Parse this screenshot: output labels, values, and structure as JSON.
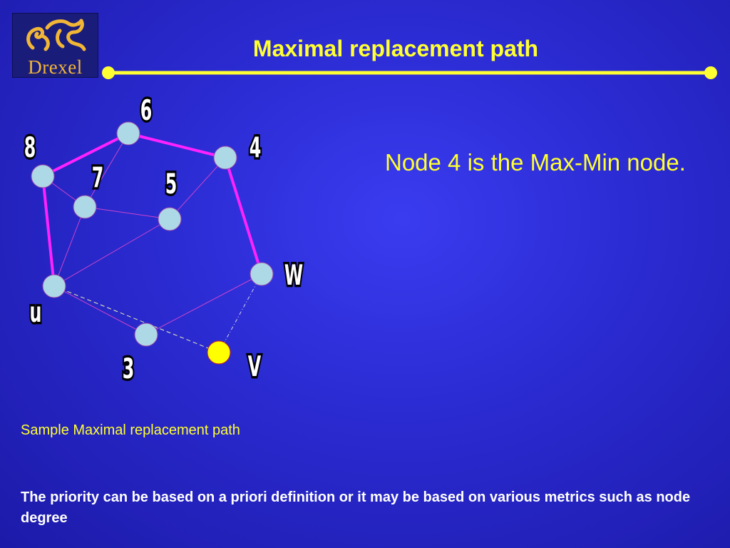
{
  "title": "Maximal replacement path",
  "logo": {
    "text": "Drexel"
  },
  "note": "Node 4 is the Max-Min node.",
  "caption": "Sample Maximal replacement path",
  "footer": "The priority can be based on a priori definition or it may be based on various metrics such as node degree",
  "colors": {
    "accent": "#ffff33",
    "node": "#add8e6",
    "highlight_node": "#ffff00",
    "path": "#ff22ff",
    "edge": "#cc44cc",
    "background": "#2a2ad0"
  },
  "graph": {
    "nodes": [
      {
        "id": "6",
        "label": "6",
        "highlighted": false
      },
      {
        "id": "4",
        "label": "4",
        "highlighted": false
      },
      {
        "id": "8",
        "label": "8",
        "highlighted": false
      },
      {
        "id": "7",
        "label": "7",
        "highlighted": false
      },
      {
        "id": "5",
        "label": "5",
        "highlighted": false
      },
      {
        "id": "w",
        "label": "W",
        "highlighted": false
      },
      {
        "id": "u",
        "label": "u",
        "highlighted": false
      },
      {
        "id": "3",
        "label": "3",
        "highlighted": false
      },
      {
        "id": "v",
        "label": "V",
        "highlighted": true
      }
    ],
    "edges": [
      {
        "from": "u",
        "to": "8",
        "style": "path"
      },
      {
        "from": "8",
        "to": "6",
        "style": "path"
      },
      {
        "from": "6",
        "to": "4",
        "style": "path"
      },
      {
        "from": "4",
        "to": "w",
        "style": "path"
      },
      {
        "from": "8",
        "to": "7",
        "style": "thin"
      },
      {
        "from": "6",
        "to": "7",
        "style": "thin"
      },
      {
        "from": "7",
        "to": "5",
        "style": "thin"
      },
      {
        "from": "4",
        "to": "5",
        "style": "thin"
      },
      {
        "from": "7",
        "to": "u",
        "style": "thin"
      },
      {
        "from": "5",
        "to": "u",
        "style": "thin"
      },
      {
        "from": "u",
        "to": "3",
        "style": "thin"
      },
      {
        "from": "3",
        "to": "w",
        "style": "thin"
      },
      {
        "from": "u",
        "to": "v",
        "style": "dashed"
      },
      {
        "from": "w",
        "to": "v",
        "style": "dashdot"
      }
    ]
  }
}
